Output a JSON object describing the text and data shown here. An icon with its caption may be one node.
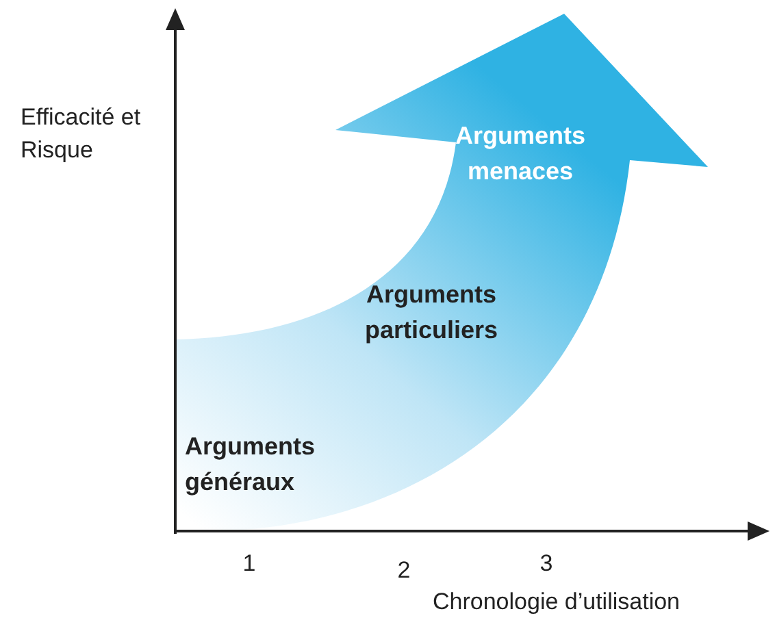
{
  "diagram": {
    "labels": [
      "Efficacité et Risque",
      "Arguments menaces",
      "Arguments particuliers",
      "Arguments généraux",
      "1",
      "2",
      "3",
      "Chronologie d’utilisation"
    ]
  }
}
